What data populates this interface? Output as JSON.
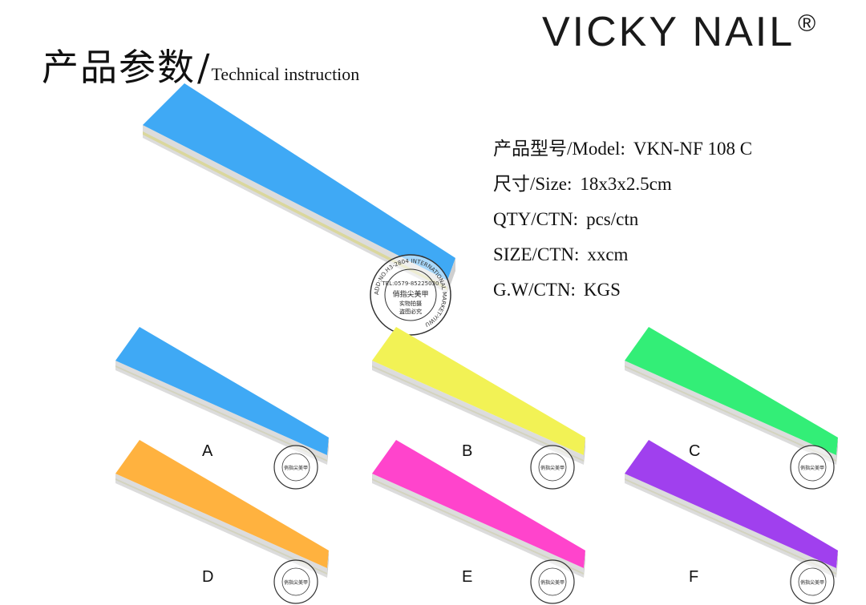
{
  "heading": {
    "zh": "产品参数",
    "slash": "/",
    "en": "Technical instruction"
  },
  "brand": {
    "name": "VICKY NAIL",
    "mark": "®"
  },
  "specs": [
    {
      "label": "产品型号/Model:",
      "value": "VKN-NF 108 C"
    },
    {
      "label": "尺寸/Size:",
      "value": "18x3x2.5cm"
    },
    {
      "label": "QTY/CTN:",
      "value": "pcs/ctn"
    },
    {
      "label": "SIZE/CTN:",
      "value": "xxcm"
    },
    {
      "label": "G.W/CTN:",
      "value": "KGS"
    }
  ],
  "stamp": {
    "ring_text": "ADD:NO.H3-2804 INTERNATIONAL MARKET-YIWU",
    "tel": "TEL:0579-85225030",
    "center_1": "俏指尖美甲",
    "center_2": "实物拍摄",
    "center_3": "盗图必究"
  },
  "variants": [
    {
      "id": "A",
      "label": "A",
      "color": "#3fa9f5"
    },
    {
      "id": "B",
      "label": "B",
      "color": "#f2f255"
    },
    {
      "id": "C",
      "label": "C",
      "color": "#33ee77"
    },
    {
      "id": "D",
      "label": "D",
      "color": "#ffb23f"
    },
    {
      "id": "E",
      "label": "E",
      "color": "#ff44cc"
    },
    {
      "id": "F",
      "label": "F",
      "color": "#a040ee"
    }
  ],
  "hero": {
    "color": "#3fa9f5"
  }
}
